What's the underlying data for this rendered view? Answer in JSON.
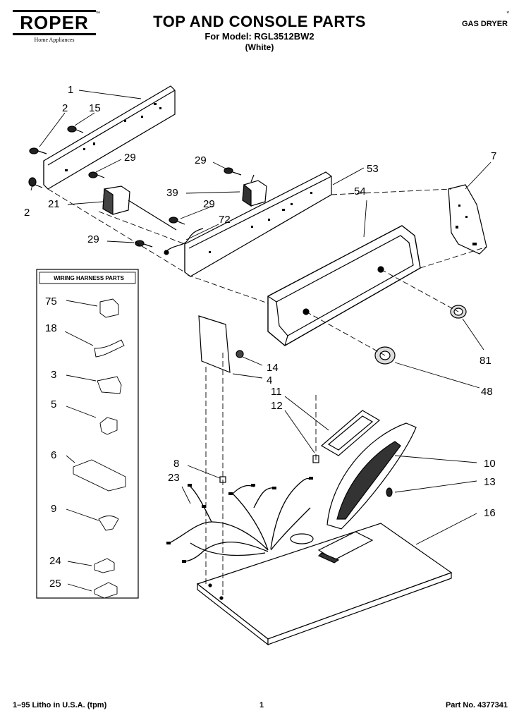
{
  "header": {
    "brand": "ROPER",
    "brand_sub": "Home Appliances",
    "title": "TOP AND CONSOLE PARTS",
    "model": "For Model: RGL3512BW2",
    "color": "(White)",
    "product_type": "GAS DRYER",
    "corner_mark": "*"
  },
  "inset": {
    "title": "WIRING HARNESS PARTS"
  },
  "callouts": {
    "c1": "1",
    "c2a": "2",
    "c15": "15",
    "c29a": "29",
    "c2b": "2",
    "c21": "21",
    "c29b": "29",
    "c39": "39",
    "c29c": "29",
    "c72": "72",
    "c29d": "29",
    "c53": "53",
    "c54": "54",
    "c7": "7",
    "c81": "81",
    "c48": "48",
    "c14": "14",
    "c4": "4",
    "c11": "11",
    "c12": "12",
    "c10": "10",
    "c13": "13",
    "c16": "16",
    "c8": "8",
    "c23": "23",
    "c75": "75",
    "c18": "18",
    "c3": "3",
    "c5": "5",
    "c6": "6",
    "c9": "9",
    "c24": "24",
    "c25": "25"
  },
  "footer": {
    "litho": "1–95 Litho in U.S.A. (tpm)",
    "page": "1",
    "part_no": "Part No. 4377341"
  }
}
